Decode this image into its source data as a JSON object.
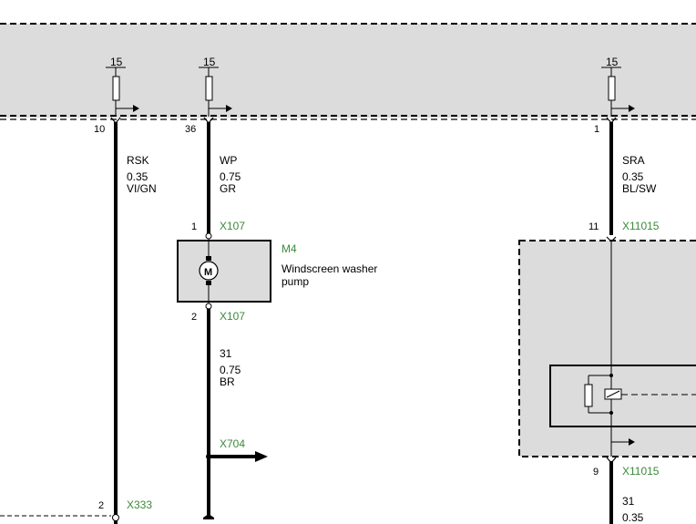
{
  "colors": {
    "module_fill": "#dcdcdc",
    "wire": "#000000",
    "connector_text": "#3a8a3a"
  },
  "fuses": [
    {
      "label": "15"
    },
    {
      "label": "15"
    },
    {
      "label": "15"
    }
  ],
  "wires": {
    "rsk": {
      "pin": "10",
      "name": "RSK",
      "gauge": "0.35",
      "color": "VI/GN"
    },
    "wp": {
      "pin": "36",
      "name": "WP",
      "gauge": "0.75",
      "color": "GR"
    },
    "sra": {
      "pin": "1",
      "name": "SRA",
      "gauge": "0.35",
      "color": "BL/SW"
    },
    "wp_ground": {
      "name": "31",
      "gauge": "0.75",
      "color": "BR"
    },
    "sra_ground": {
      "name": "31",
      "gauge": "0.35"
    }
  },
  "pump": {
    "id": "M4",
    "description_line1": "Windscreen washer",
    "description_line2": "pump",
    "motor_symbol": "M",
    "pin_top": "1",
    "pin_bottom": "2",
    "connector_top": "X107",
    "connector_bottom": "X107"
  },
  "ground_connector": {
    "id": "X704"
  },
  "rsk_bottom": {
    "pin": "2",
    "connector": "X333"
  },
  "module_x11015": {
    "pin_top": "11",
    "connector_top": "X11015",
    "pin_bottom": "9",
    "connector_bottom": "X11015"
  }
}
